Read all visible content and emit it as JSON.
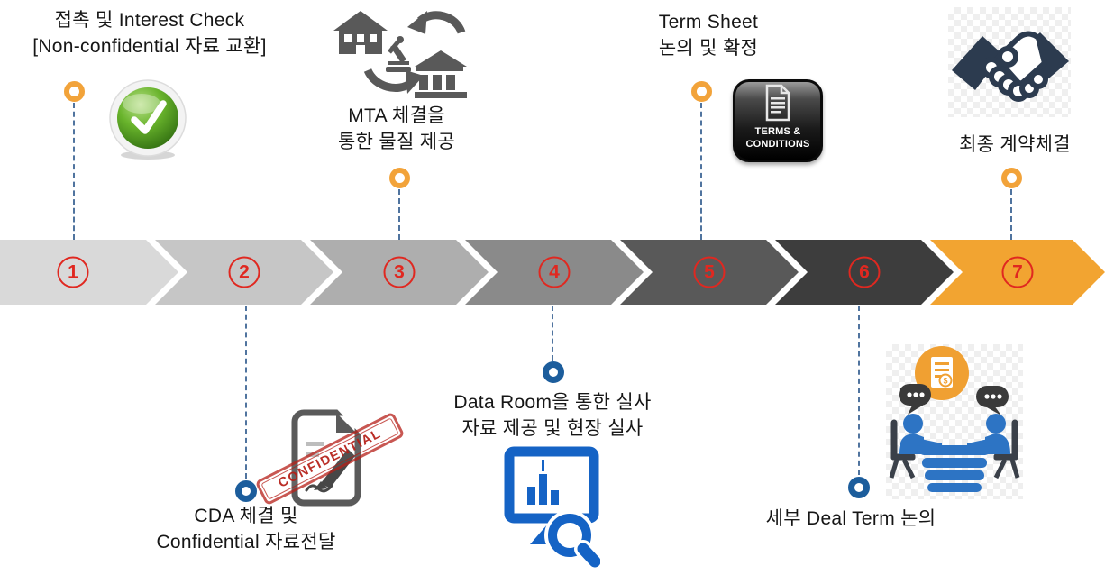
{
  "steps": [
    {
      "number": "1",
      "lines": [
        "접촉 및 Interest Check",
        "[Non-confidential 자료 교환]"
      ]
    },
    {
      "number": "2",
      "lines": [
        "CDA 체결 및",
        "Confidential 자료전달"
      ]
    },
    {
      "number": "3",
      "lines": [
        "MTA 체결을",
        "통한 물질 제공"
      ]
    },
    {
      "number": "4",
      "lines": [
        "Data Room을 통한 실사",
        "자료 제공 및 현장 실사"
      ]
    },
    {
      "number": "5",
      "lines": [
        "Term Sheet",
        "논의 및 확정"
      ]
    },
    {
      "number": "6",
      "lines": [
        "세부 Deal Term 논의"
      ]
    },
    {
      "number": "7",
      "lines": [
        "최종 계약체결"
      ]
    }
  ],
  "chevron_colors": [
    "#d9d9d9",
    "#c6c6c6",
    "#aeaeae",
    "#8a8a8a",
    "#595959",
    "#3d3d3d",
    "#f2a431"
  ],
  "terms_button": {
    "line1": "TERMS &",
    "line2": "CONDITIONS"
  },
  "confidential_stamp": "CONFIDENTIAL",
  "icon_names": {
    "step1": "check-orb",
    "step2": "confidential-document",
    "step3": "material-exchange",
    "step4": "data-room-analysis",
    "step5": "terms-and-conditions-button",
    "step6": "negotiation-meeting",
    "step7": "handshake"
  },
  "colors": {
    "number_red": "#e02820",
    "marker_orange": "#f2a33a",
    "marker_blue": "#1c5d9c",
    "connector_dash": "#50749f",
    "icon_gray": "#595959",
    "icon_navy": "#2c3b4f",
    "icon_blue": "#1563c5",
    "meeting_blue": "#2d74c4",
    "meeting_orange": "#f0a032",
    "stamp_red": "#b51e16"
  }
}
